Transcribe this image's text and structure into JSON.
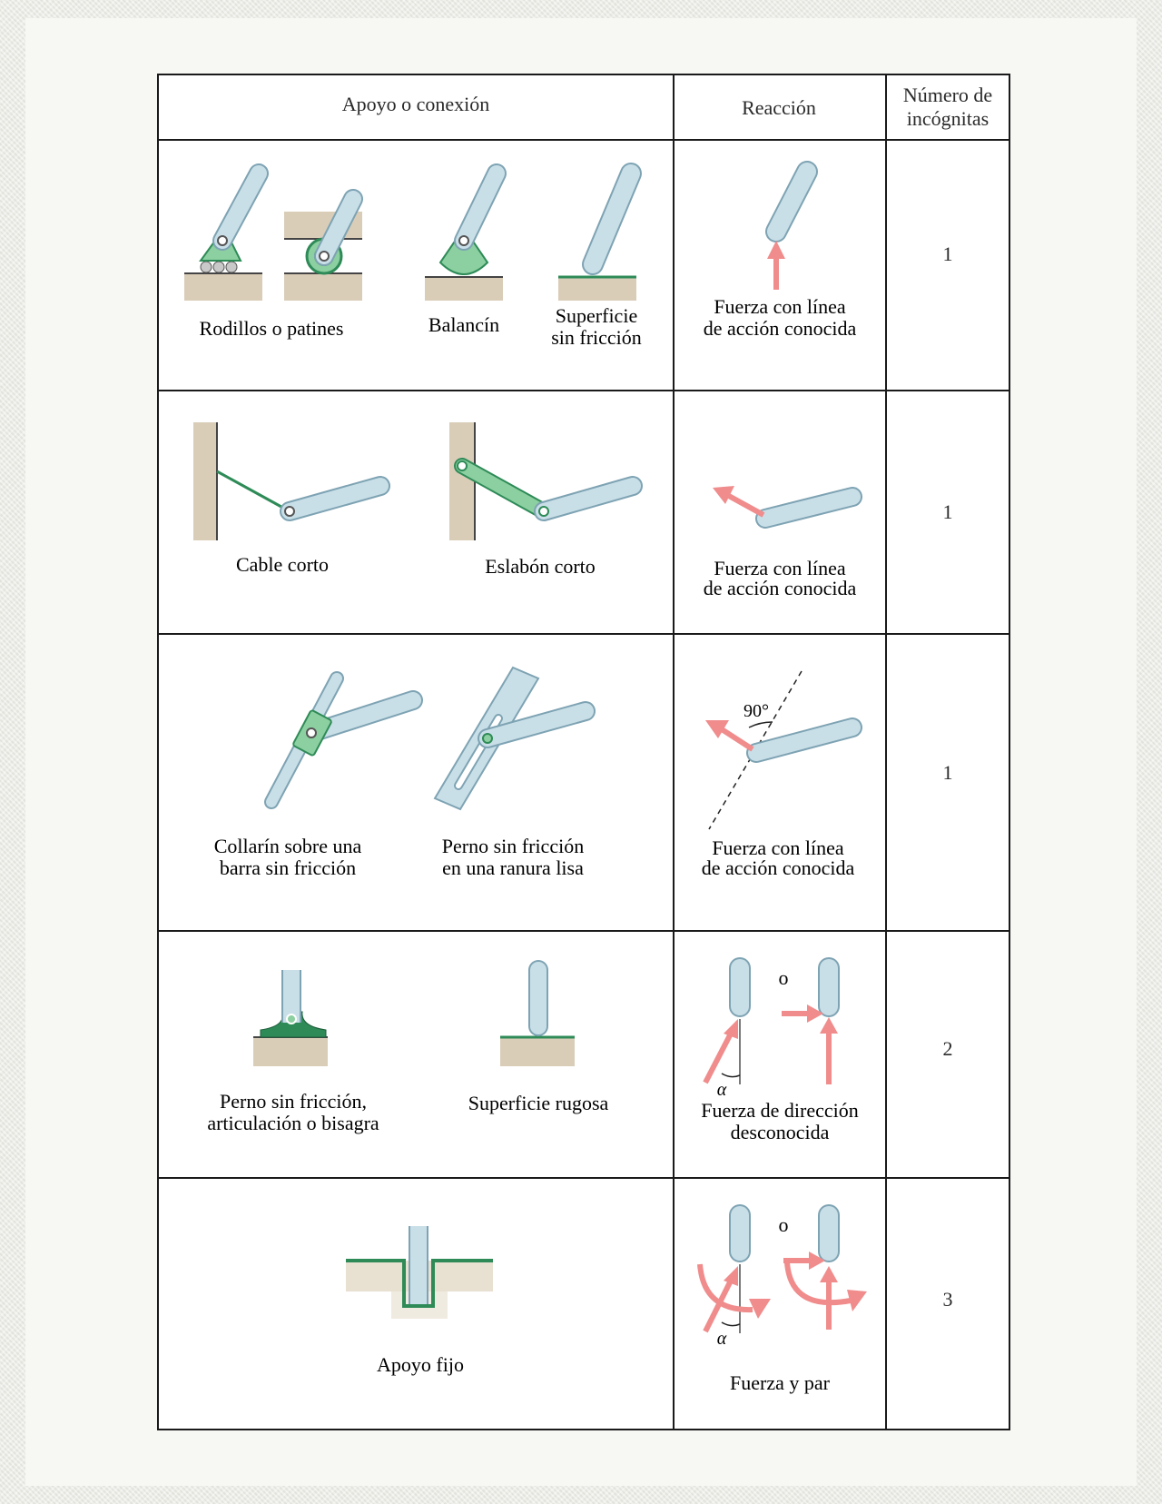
{
  "header": {
    "support": "Apoyo o conexión",
    "reaction": "Reacción",
    "unknowns_line1": "Número de",
    "unknowns_line2": "incógnitas"
  },
  "rows": [
    {
      "supports": [
        {
          "lines": [
            "Rodillos o patines"
          ]
        },
        {
          "lines": [
            "Balancín"
          ]
        },
        {
          "lines": [
            "Superficie",
            "sin fricción"
          ]
        }
      ],
      "reaction_lines": [
        "Fuerza con línea",
        "de acción conocida"
      ],
      "unknowns": "1"
    },
    {
      "supports": [
        {
          "lines": [
            "Cable corto"
          ]
        },
        {
          "lines": [
            "Eslabón corto"
          ]
        }
      ],
      "reaction_lines": [
        "Fuerza con línea",
        "de acción conocida"
      ],
      "unknowns": "1"
    },
    {
      "supports": [
        {
          "lines": [
            "Collarín sobre una",
            "barra sin fricción"
          ]
        },
        {
          "lines": [
            "Perno sin fricción",
            "en una ranura lisa"
          ]
        }
      ],
      "reaction_lines": [
        "Fuerza con línea",
        "de acción conocida"
      ],
      "angle_label": "90°",
      "unknowns": "1"
    },
    {
      "supports": [
        {
          "lines": [
            "Perno sin fricción,",
            "articulación o bisagra"
          ]
        },
        {
          "lines": [
            "Superficie rugosa"
          ]
        }
      ],
      "reaction_lines": [
        "Fuerza de dirección",
        "desconocida"
      ],
      "or_label": "o",
      "alpha_label": "α",
      "unknowns": "2"
    },
    {
      "supports": [
        {
          "lines": [
            "Apoyo fijo"
          ]
        }
      ],
      "reaction_lines": [
        "Fuerza y par"
      ],
      "or_label": "o",
      "alpha_label": "α",
      "unknowns": "3"
    }
  ],
  "colors": {
    "bar": "#c9dfe8",
    "bar_edge": "#7ea3b3",
    "support_green": "#8ccfa0",
    "dark_green": "#2e8b57",
    "ground": "#d9cdb8",
    "arrow": "#f08c8c"
  }
}
